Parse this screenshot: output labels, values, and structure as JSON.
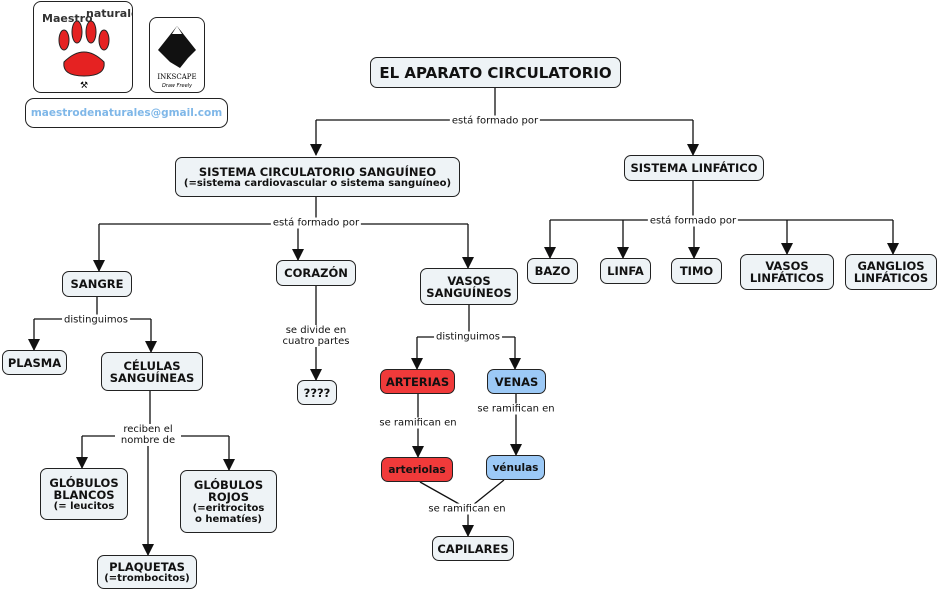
{
  "logos": {
    "maestro": "Maestro de naturales",
    "inkscape": "INKSCAPE",
    "inkscape_tag": "Draw Freely",
    "email": "maestrodenaturales@gmail.com"
  },
  "nodes": {
    "title": "EL APARATO CIRCULATORIO",
    "scs": "SISTEMA CIRCULATORIO SANGUÍNEO",
    "scs_sub": "(=sistema cardiovascular o sistema sanguíneo)",
    "linf": "SISTEMA LINFÁTICO",
    "sangre": "SANGRE",
    "corazon": "CORAZÓN",
    "vasos": "VASOS SANGUÍNEOS",
    "bazo": "BAZO",
    "linfa": "LINFA",
    "timo": "TIMO",
    "vasos_linf": "VASOS LINFÁTICOS",
    "ganglios": "GANGLIOS LINFÁTICOS",
    "plasma": "PLASMA",
    "celulas": "CÉLULAS SANGUÍNEAS",
    "partes": "????",
    "arterias": "ARTERIAS",
    "venas": "VENAS",
    "arteriolas": "arteriolas",
    "venulas": "vénulas",
    "gb": "GLÓBULOS BLANCOS",
    "gb_sub": "(= leucitos",
    "gr": "GLÓBULOS ROJOS",
    "gr_sub": "(=eritrocitos o hematíes)",
    "plaq": "PLAQUETAS",
    "plaq_sub": "(=trombocitos)",
    "capilares": "CAPILARES"
  },
  "links": {
    "formado1": "está formado por",
    "formado2": "está formado por",
    "formado3": "está formado por",
    "dist1": "distinguimos",
    "dist2": "distinguimos",
    "divide": "se divide en cuatro partes",
    "ramif1": "se ramifican en",
    "ramif2": "se ramifican en",
    "ramif3": "se ramifican en",
    "reciben": "reciben el nombre de"
  },
  "colors": {
    "node": "#eef3f6",
    "arteries": "#f03a3a",
    "veins": "#9cc9f6",
    "email": "#7fb7e8"
  }
}
